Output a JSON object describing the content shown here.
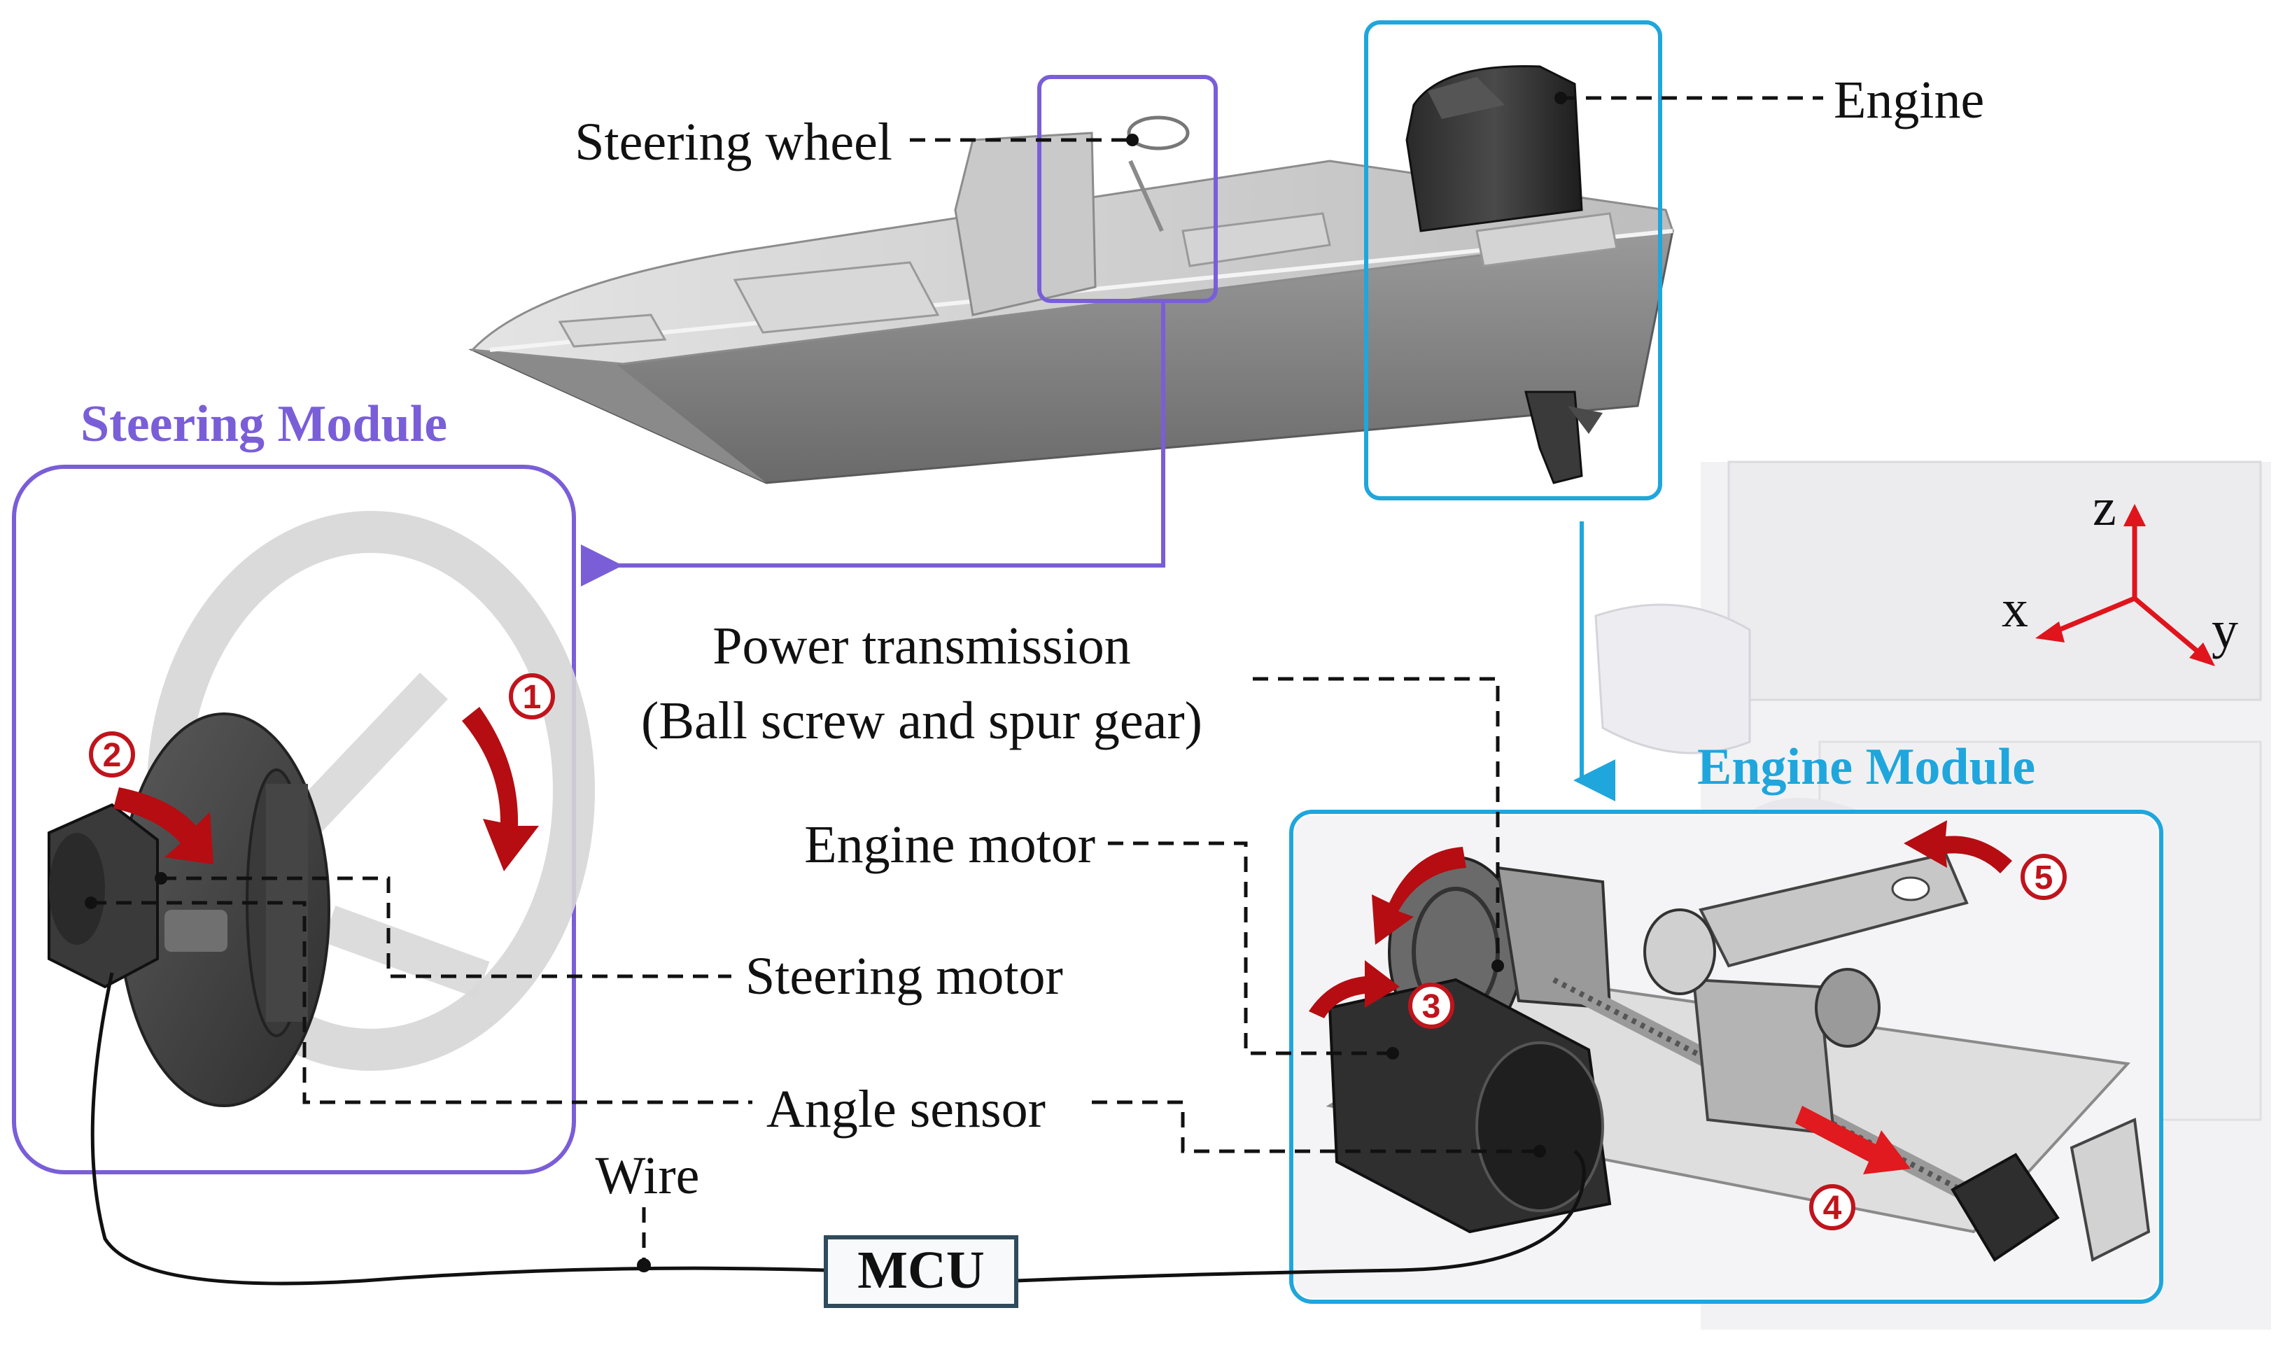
{
  "colors": {
    "steering_module": "#7a5ed8",
    "engine_module": "#1fa6dc",
    "rotation_arrow": "#b50d12",
    "axis_arrow": "#e0141c",
    "leader_line": "#111111",
    "mcu_border": "#2f4b5c"
  },
  "modules": {
    "steering_title": "Steering Module",
    "engine_title": "Engine Module"
  },
  "labels": {
    "steering_wheel": "Steering wheel",
    "engine": "Engine",
    "power_transmission_line1": "Power transmission",
    "power_transmission_line2": "(Ball screw and spur gear)",
    "engine_motor": "Engine motor",
    "steering_motor": "Steering motor",
    "angle_sensor": "Angle sensor",
    "wire": "Wire",
    "mcu": "MCU"
  },
  "motion_steps": [
    {
      "number": "1"
    },
    {
      "number": "2"
    },
    {
      "number": "3"
    },
    {
      "number": "4"
    },
    {
      "number": "5"
    }
  ],
  "axes": {
    "x": "x",
    "y": "y",
    "z": "z"
  }
}
